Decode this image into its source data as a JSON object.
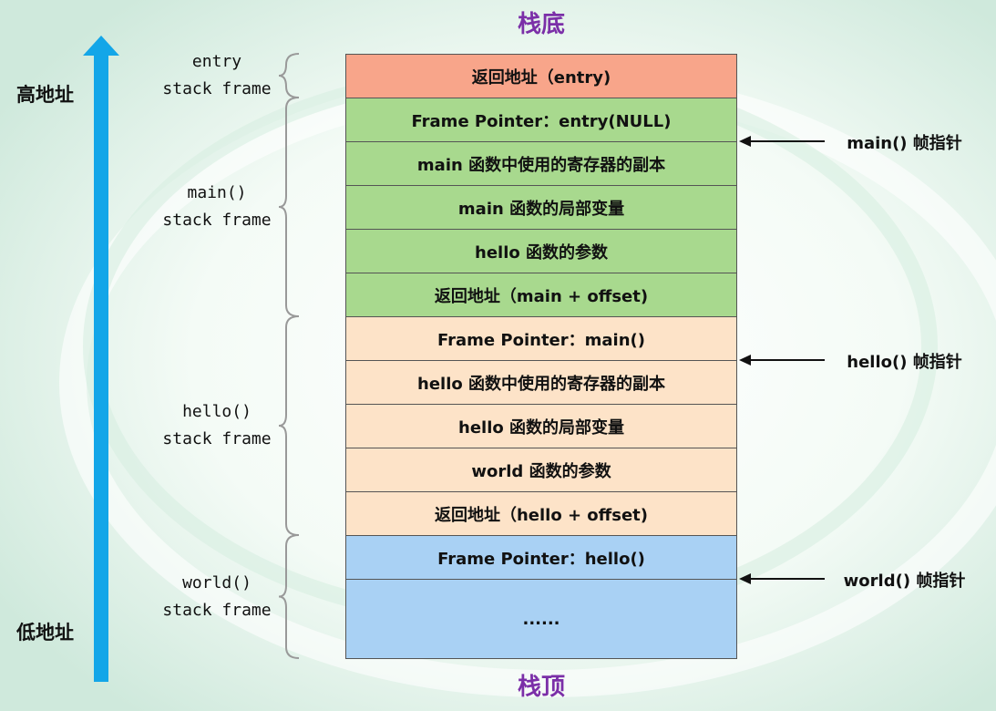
{
  "titles": {
    "top": "栈底",
    "bottom": "栈顶",
    "color": "#7b2fa8"
  },
  "address_axis": {
    "high_label": "高地址",
    "low_label": "低地址",
    "arrow_color": "#13a6e8",
    "direction": "up"
  },
  "stack": {
    "colors": {
      "entry": "#f8a58a",
      "main": "#a8d98e",
      "hello": "#fde3c8",
      "world": "#a9d1f4",
      "border": "#555555"
    },
    "cells": [
      {
        "text": "返回地址（entry)",
        "frame": "entry"
      },
      {
        "text": "Frame Pointer：entry(NULL)",
        "frame": "main"
      },
      {
        "text": "main 函数中使用的寄存器的副本",
        "frame": "main"
      },
      {
        "text": "main 函数的局部变量",
        "frame": "main"
      },
      {
        "text": "hello 函数的参数",
        "frame": "main"
      },
      {
        "text": "返回地址（main + offset)",
        "frame": "main"
      },
      {
        "text": "Frame Pointer：main()",
        "frame": "hello"
      },
      {
        "text": "hello 函数中使用的寄存器的副本",
        "frame": "hello"
      },
      {
        "text": "hello 函数的局部变量",
        "frame": "hello"
      },
      {
        "text": "world 函数的参数",
        "frame": "hello"
      },
      {
        "text": "返回地址（hello + offset)",
        "frame": "hello"
      },
      {
        "text": "Frame Pointer：hello()",
        "frame": "world"
      },
      {
        "text": "......",
        "frame": "world"
      }
    ]
  },
  "frames": [
    {
      "line1": "entry",
      "line2": "stack frame",
      "first_cell": 0,
      "last_cell": 0
    },
    {
      "line1": "main()",
      "line2": "stack frame",
      "first_cell": 1,
      "last_cell": 5
    },
    {
      "line1": "hello()",
      "line2": "stack frame",
      "first_cell": 6,
      "last_cell": 10
    },
    {
      "line1": "world()",
      "line2": "stack frame",
      "first_cell": 11,
      "last_cell": 12
    }
  ],
  "pointers": [
    {
      "label": "main() 帧指针",
      "points_to_boundary_after_cell": 1
    },
    {
      "label": "hello() 帧指针",
      "points_to_boundary_after_cell": 6
    },
    {
      "label": "world() 帧指针",
      "points_to_boundary_after_cell": 11
    }
  ]
}
